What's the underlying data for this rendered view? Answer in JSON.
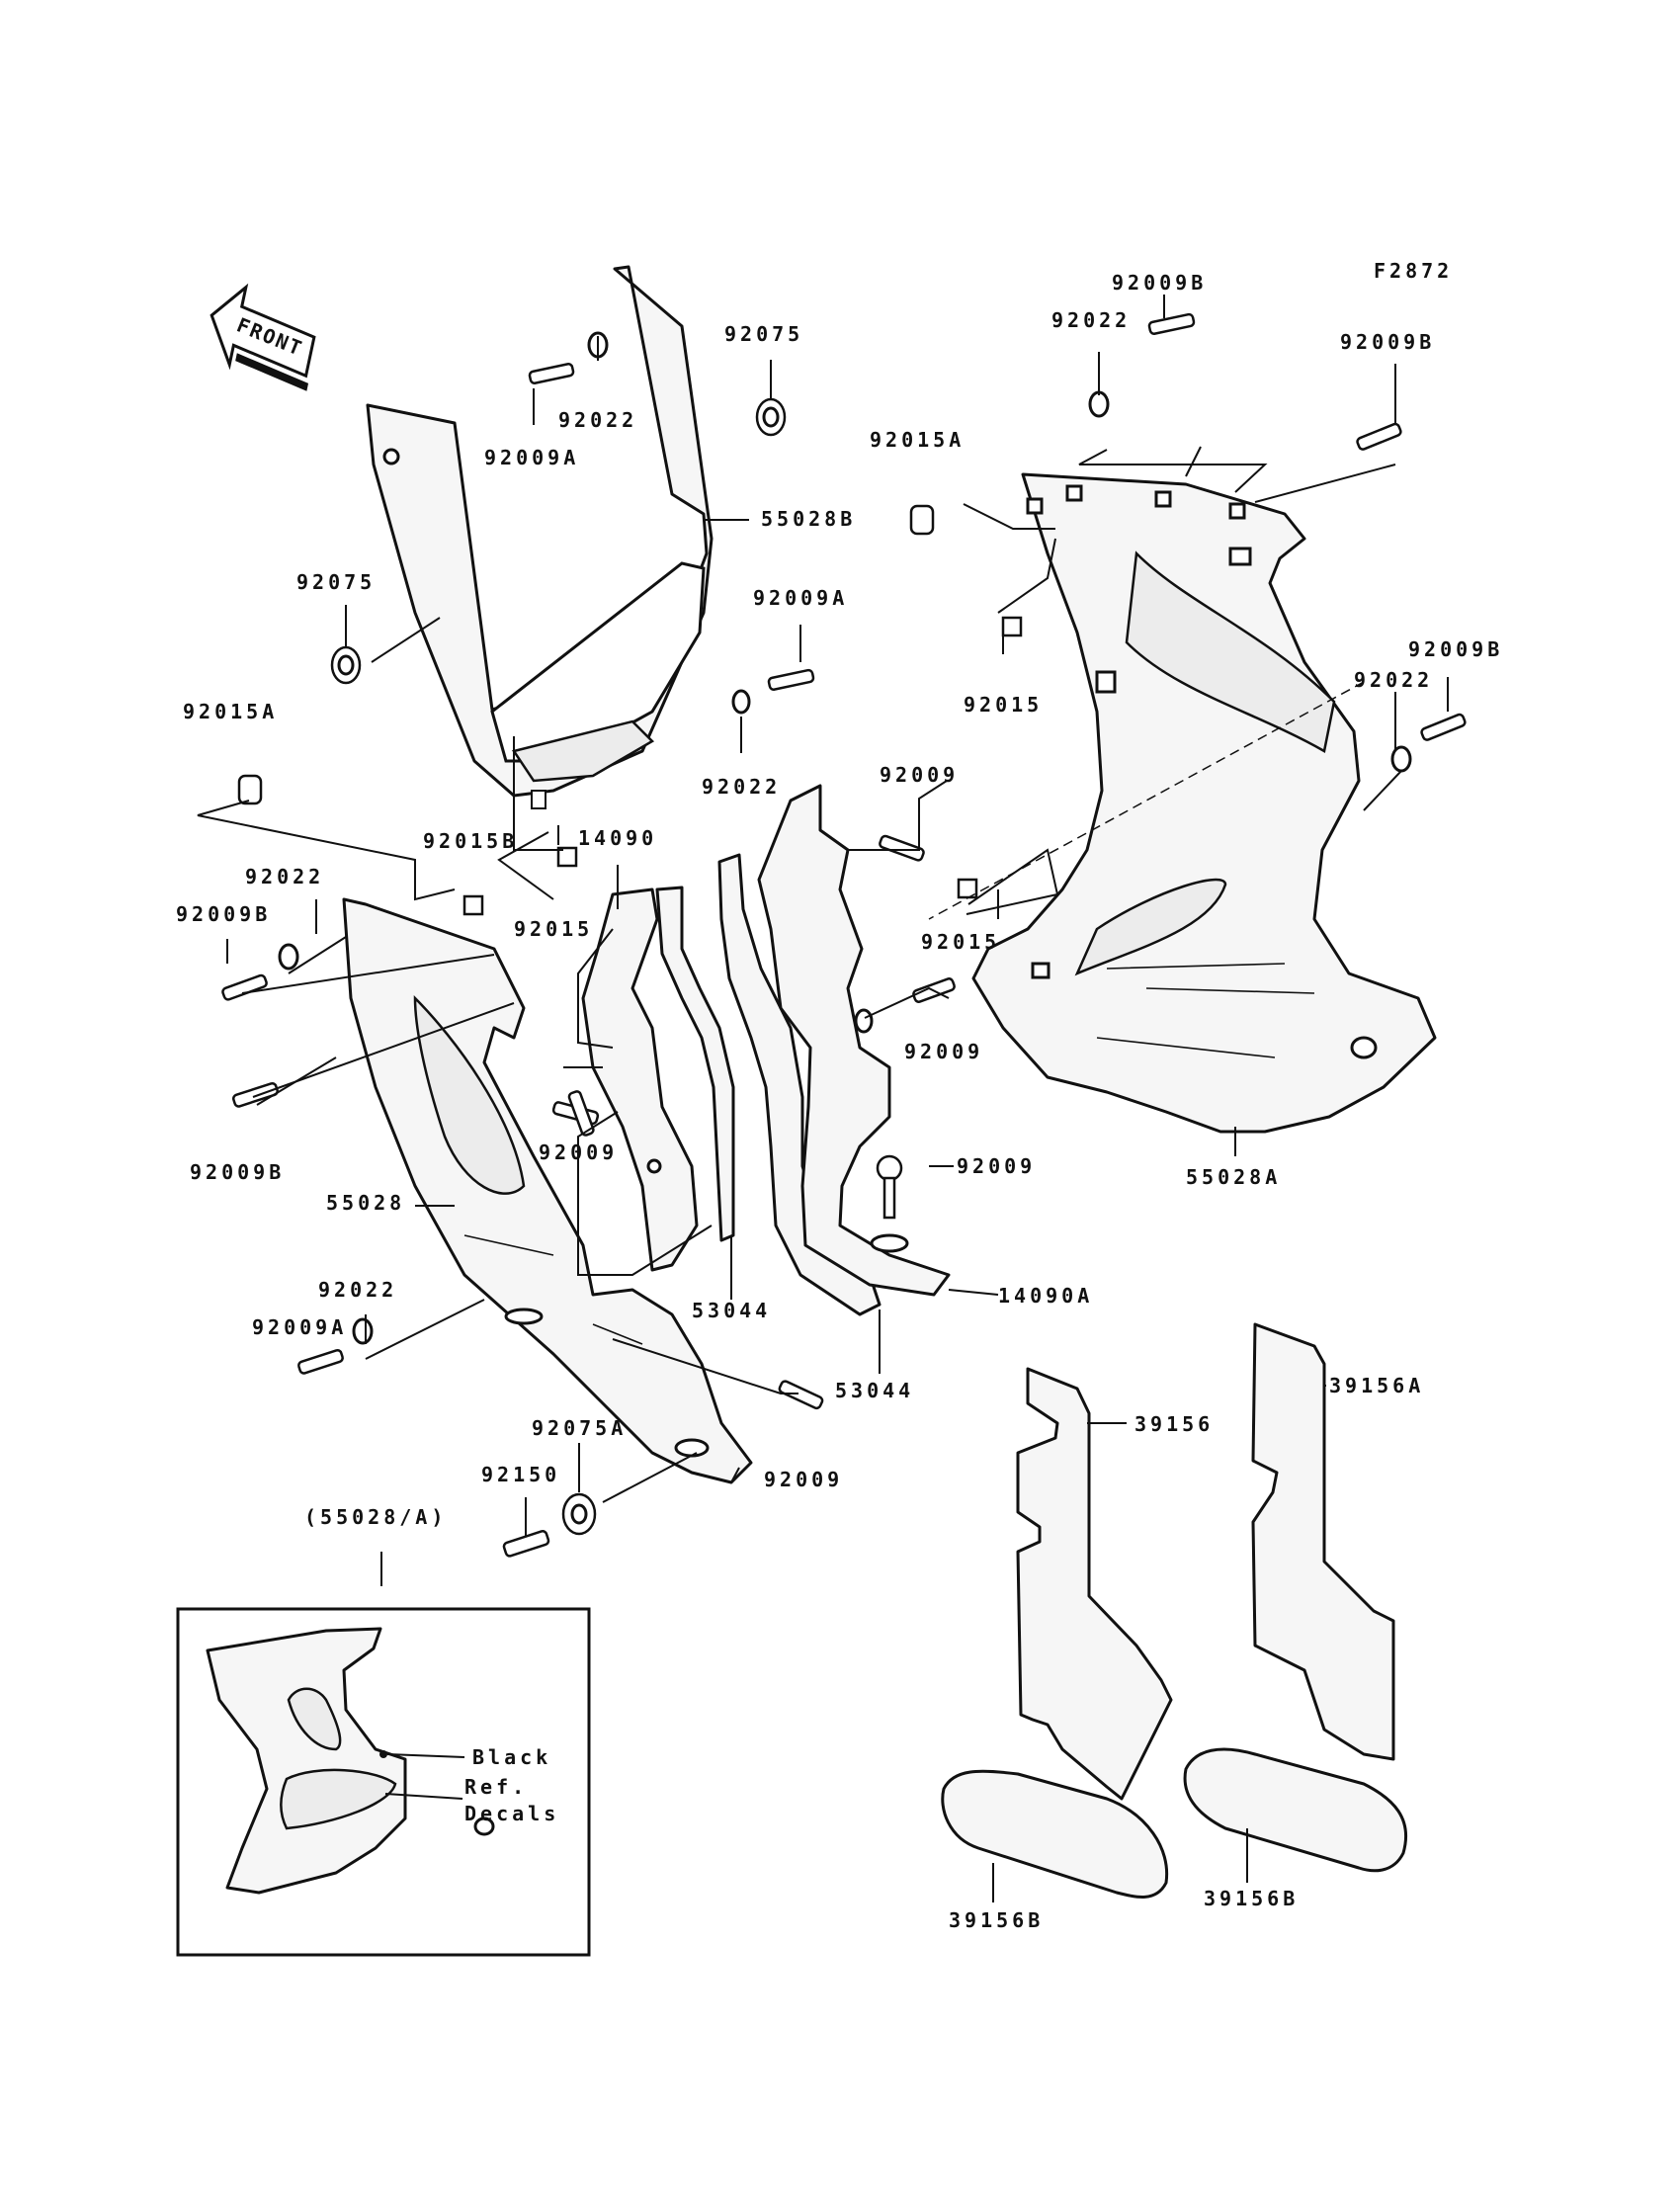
{
  "diagram_id": "F2872",
  "front_label": "FRONT",
  "parts": {
    "p_92009B_top": "92009B",
    "p_92022_top": "92022",
    "p_92009B_top2": "92009B",
    "p_92075_top": "92075",
    "p_92022_a": "92022",
    "p_92009A_a": "92009A",
    "p_55028B": "55028B",
    "p_92015A_top": "92015A",
    "p_92075_left": "92075",
    "p_92009A_mid": "92009A",
    "p_92015_top": "92015",
    "p_92009B_right": "92009B",
    "p_92022_right": "92022",
    "p_92015A_left": "92015A",
    "p_92022_mid": "92022",
    "p_92009_mid": "92009",
    "p_92015B": "92015B",
    "p_14090": "14090",
    "p_92022_left": "92022",
    "p_92009B_left": "92009B",
    "p_92015_mid": "92015",
    "p_92015_right": "92015",
    "p_92009_lowmid": "92009",
    "p_92009_center": "92009",
    "p_92009B_left2": "92009B",
    "p_55028": "55028",
    "p_92009_rlow": "92009",
    "p_55028A": "55028A",
    "p_53044_a": "53044",
    "p_14090A": "14090A",
    "p_92022_low": "92022",
    "p_92009A_low": "92009A",
    "p_53044_b": "53044",
    "p_39156A": "39156A",
    "p_39156": "39156",
    "p_92075A": "92075A",
    "p_92009_bottom": "92009",
    "p_92150": "92150",
    "p_55028A_ref": "(55028/A)",
    "p_39156B_a": "39156B",
    "p_39156B_b": "39156B"
  },
  "inset": {
    "black_label": "Black",
    "ref_label_1": "Ref.",
    "ref_label_2": "Decals"
  }
}
